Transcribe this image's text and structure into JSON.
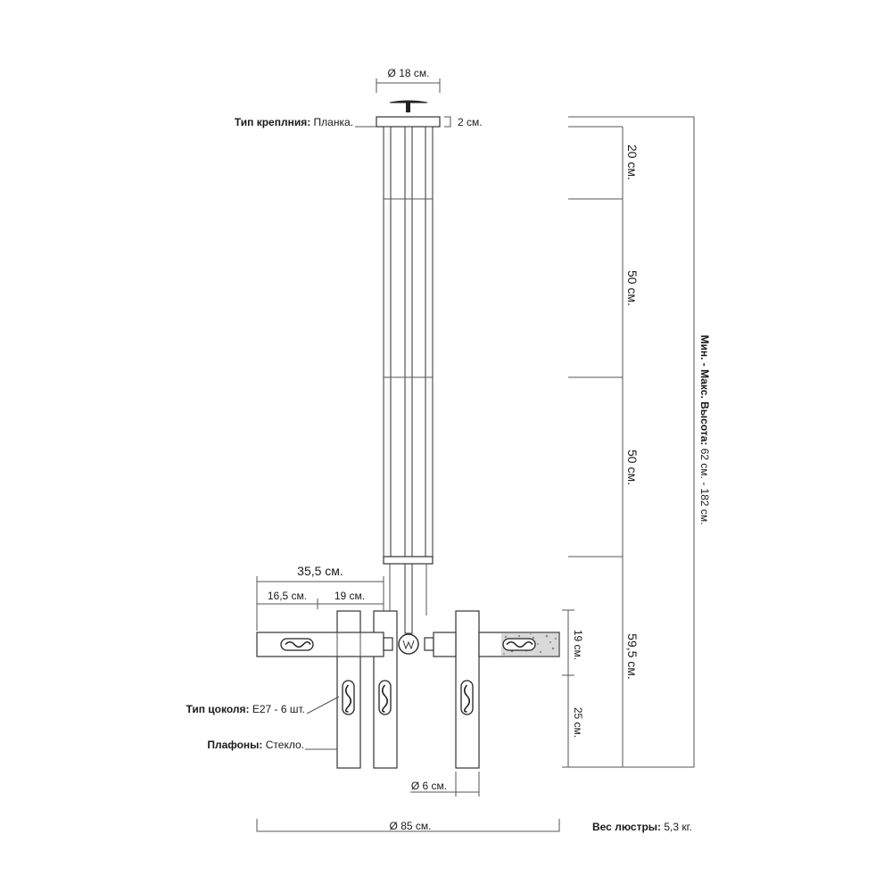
{
  "drawing": {
    "dims": {
      "canopy_diameter": "Ø 18 см.",
      "canopy_thickness": "2 см.",
      "rod_section_1": "20 см.",
      "rod_section_2": "50 см.",
      "rod_section_3": "50 см.",
      "body_height": "59,5 см.",
      "arm_height": "19 см.",
      "shade_lower": "25 см.",
      "arm_total": "35,5 см.",
      "arm_part_1": "16,5 см.",
      "arm_part_2": "19 см.",
      "shade_diameter": "Ø 6 см.",
      "overall_diameter": "Ø 85 см."
    },
    "specs": {
      "mount": {
        "label": "Тип креплния:",
        "value": "Планка."
      },
      "socket": {
        "label": "Тип цоколя:",
        "value": "E27 - 6 шт."
      },
      "shades": {
        "label": "Плафоны:",
        "value": "Стекло."
      },
      "height": {
        "label": "Мин. - Макс. Высота:",
        "value": "62 см. - 182 см."
      },
      "weight": {
        "label": "Вес люстры:",
        "value": "5,3 кг."
      }
    }
  }
}
